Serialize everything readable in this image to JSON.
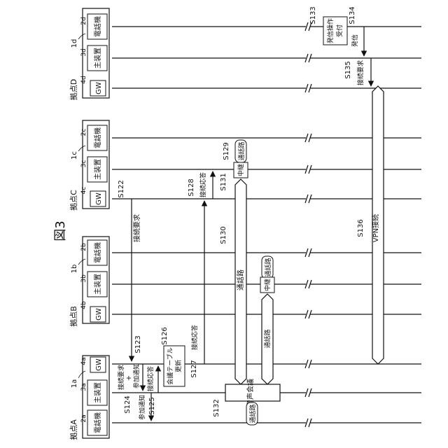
{
  "figure": {
    "title": "図3"
  },
  "sites": {
    "A": {
      "label": "拠点A",
      "ref": "1a",
      "devices": [
        {
          "name": "電話機",
          "ref": "2a"
        },
        {
          "name": "主装置",
          "ref": "3a"
        },
        {
          "name": "GW",
          "ref": "4a"
        }
      ]
    },
    "B": {
      "label": "拠点B",
      "ref": "1b",
      "devices": [
        {
          "name": "GW",
          "ref": "4b"
        },
        {
          "name": "主装置",
          "ref": "3b"
        },
        {
          "name": "電話機",
          "ref": "2b"
        }
      ]
    },
    "C": {
      "label": "拠点C",
      "ref": "1c",
      "devices": [
        {
          "name": "GW",
          "ref": "4c"
        },
        {
          "name": "主装置",
          "ref": "3c"
        },
        {
          "name": "電話機",
          "ref": "2c"
        }
      ]
    },
    "D": {
      "label": "拠点D",
      "ref": "1d",
      "devices": [
        {
          "name": "GW",
          "ref": "4d"
        },
        {
          "name": "主装置",
          "ref": "3d"
        },
        {
          "name": "電話機",
          "ref": "2d"
        }
      ]
    }
  },
  "steps": {
    "s122": {
      "id": "S122",
      "label": "接続要求"
    },
    "s123": {
      "id": "S123",
      "label": "接続要求"
    },
    "plus": "+",
    "s123b": {
      "label": "参加通知"
    },
    "s124": {
      "id": "S124",
      "label": "参加通知"
    },
    "s125": {
      "id": "S125",
      "label": "接続応答"
    },
    "s126": {
      "id": "S126",
      "label1": "会議テーブル",
      "label2": "更新"
    },
    "s127": {
      "id": "S127",
      "label": "接続応答"
    },
    "s128": {
      "id": "S128",
      "label": "接続応答"
    },
    "s129": {
      "id": "S129",
      "label": "通話路"
    },
    "s130": {
      "id": "S130",
      "label": "通話路"
    },
    "s131": {
      "id": "S131",
      "label": "中継"
    },
    "s132": {
      "id": "S132",
      "label": "音声会議"
    },
    "s132b": {
      "label": "通話路"
    },
    "s133": {
      "id": "S133",
      "label1": "発信操作",
      "label2": "受付"
    },
    "s134": {
      "id": "S134",
      "label": "発信"
    },
    "s135": {
      "id": "S135",
      "label": "接続要求"
    },
    "s136": {
      "id": "S136",
      "label": "VPN接続"
    },
    "relayB": {
      "label": "中継"
    },
    "pathB1": {
      "label": "通話路"
    },
    "pathB2": {
      "label": "通話路"
    }
  }
}
